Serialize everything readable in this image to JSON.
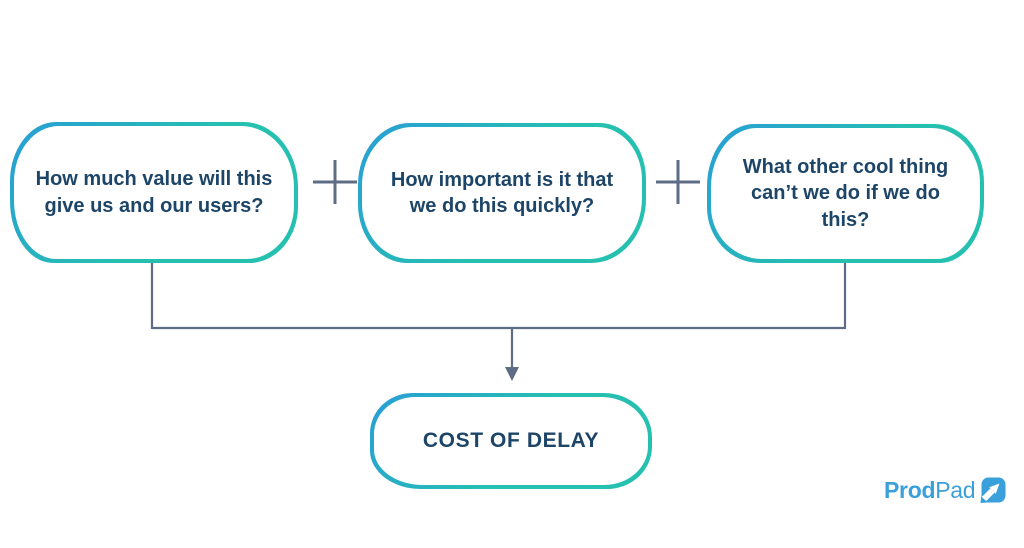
{
  "diagram": {
    "title_semantic": "Cost of Delay formula flowchart",
    "background_color": "#ffffff",
    "bubble_border_gradient": {
      "start": "#299ed6",
      "end": "#26c0b0"
    },
    "bubble_text_color": "#1d4568",
    "connector_color": "#5e6d85",
    "boxes": [
      {
        "id": "value",
        "text": "How much value will this give us and our users?"
      },
      {
        "id": "urgency",
        "text": "How important is it that we do this quickly?"
      },
      {
        "id": "opportunity",
        "text": "What other cool thing can’t we do if we do this?"
      }
    ],
    "operators": [
      "+",
      "+"
    ],
    "result_box": {
      "text": "COST OF DELAY"
    }
  },
  "branding": {
    "logo_text_bold": "Prod",
    "logo_text_regular": "Pad",
    "logo_color": "#3aa0dc",
    "logo_icon": "arrow-up-right-in-rounded-square"
  }
}
